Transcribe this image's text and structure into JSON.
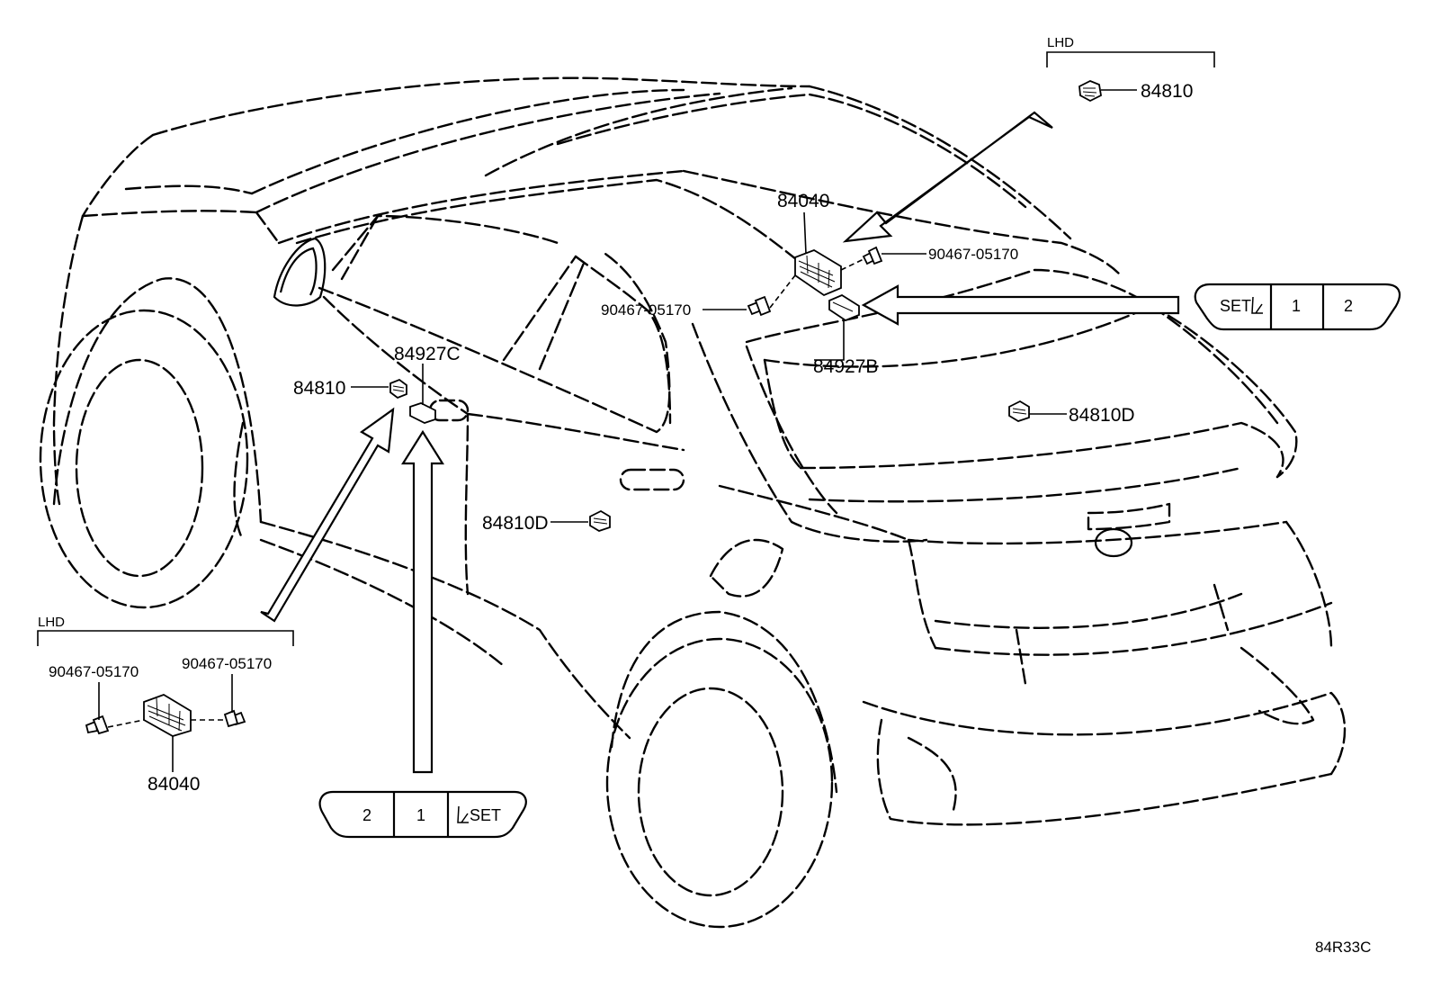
{
  "labels": {
    "rhd_switch": "84040",
    "lhd_switch": "84040",
    "screw_left": "90467-05170",
    "screw_right": "90467-05170",
    "lhd_screw_left": "90467-05170",
    "lhd_screw_right": "90467-05170",
    "bezel_b": "84927B",
    "bezel_c": "84927C",
    "mirror_switch_front": "84810",
    "mirror_switch_lhd": "84810",
    "door_switch_rear": "84810D",
    "door_switch_back": "84810D"
  },
  "lhd_tags": {
    "top": "LHD",
    "bottom": "LHD"
  },
  "memory_panel_right": {
    "buttons": [
      "SET",
      "1",
      "2"
    ]
  },
  "memory_panel_left": {
    "buttons": [
      "2",
      "1",
      "SET"
    ]
  },
  "diagram_code": "84R33C",
  "icons": [
    "seat-icon"
  ]
}
